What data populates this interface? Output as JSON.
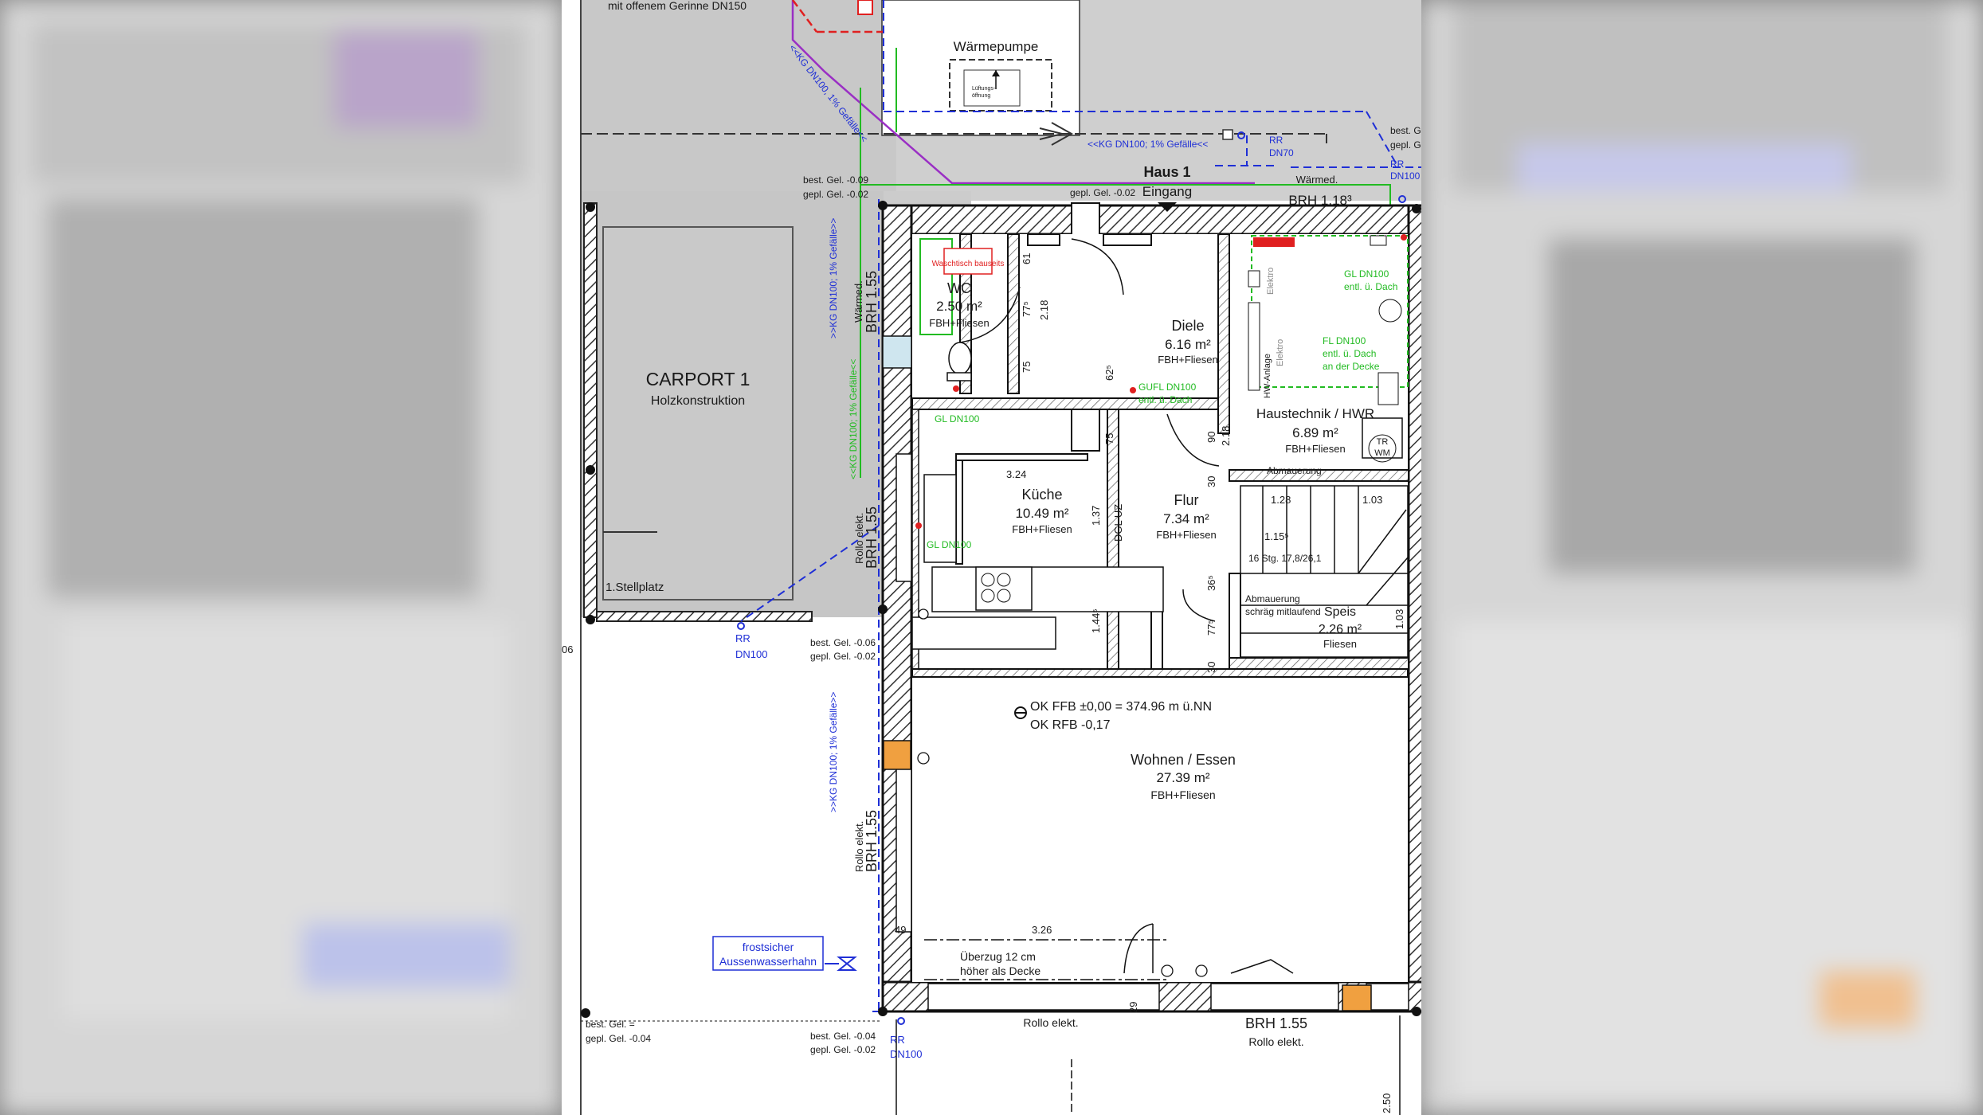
{
  "plan": {
    "top_note": "mit offenem Gerinne DN150",
    "waermepumpe": "Wärmepumpe",
    "luefter": "Lüftungs-",
    "luefter2": "öffnung",
    "house_name": "Haus 1",
    "entrance": "Eingang",
    "brh_top": "BRH 1.18³",
    "waermed_top": "Wärmed.",
    "carport_title": "CARPORT 1",
    "carport_sub": "Holzkonstruktion",
    "stellplatz": "1.Stellplatz",
    "rooms": {
      "wc": {
        "name": "WC",
        "area": "2.50 m²",
        "finish": "FBH+Fliesen"
      },
      "diele": {
        "name": "Diele",
        "area": "6.16 m²",
        "finish": "FBH+Fliesen"
      },
      "haustechnik": {
        "name": "Haustechnik / HWR",
        "area": "6.89 m²",
        "finish": "FBH+Fliesen"
      },
      "kueche": {
        "name": "Küche",
        "area": "10.49 m²",
        "finish": "FBH+Fliesen"
      },
      "flur": {
        "name": "Flur",
        "area": "7.34 m²",
        "finish": "FBH+Fliesen"
      },
      "speis": {
        "name": "Speis",
        "area": "2.26 m²",
        "finish": "Fliesen"
      },
      "wohnen": {
        "name": "Wohnen / Essen",
        "area": "27.39 m²",
        "finish": "FBH+Fliesen"
      }
    },
    "level_ffb": "OK FFB ±0,00 = 374.96 m ü.NN",
    "level_rfb": "OK RFB -0,17",
    "unterzug1": "Überzug 12 cm",
    "unterzug2": "höher als Decke",
    "frost1": "frostsicher",
    "frost2": "Aussenwasserhahn",
    "waschtisch": "Waschtisch bauseits",
    "brh_left_1": "BRH 1.55",
    "brh_left_2": "BRH 1.55",
    "brh_left_3": "BRH 1.55",
    "brh_bottom": "BRH 1.55",
    "rollo_elekt": "Rollo elekt.",
    "rollo_left1": "Rollo elekt.",
    "rollo_left2": "Rollo elekt.",
    "rollo_bottom2": "Rollo elekt.",
    "waermed_left": "Wärmed.",
    "kg_top": "<<KG DN100; 1% Gefälle<<",
    "kg_diag": "<<KG DN100, 1% Gefälle<<",
    "kg_vert1": ">>KG DN100; 1% Gefälle>>",
    "kg_vert2": ">>KG DN100; 1% Gefälle>>",
    "gl_vert": "<<KG DN100; 1% Gefälle<<",
    "rr1": "RR",
    "rr1b": "DN70",
    "rr2": "RR",
    "rr2b": "DN100",
    "rr3": "RR",
    "rr3b": "DN100",
    "rr4": "RR",
    "rr4b": "DN100",
    "gel_a1": "best. Gel. -0.09",
    "gel_a2": "gepl. Gel. -0.02",
    "gel_b1": "gepl. Gel. -0.02",
    "gel_c1": "best. Gel. -0.06",
    "gel_c2": "gepl. Gel. -0.02",
    "gel_d1": "best. Gel. -0.04",
    "gel_d2": "gepl. Gel. -0.02",
    "gel_e1": "best. Gel. =",
    "gel_e2": "gepl. Gel. -0.04",
    "gel_f1": "best. G",
    "gel_f2": "gepl. G",
    "gl_dn100_a": "GL DN100",
    "gl_dn100_b": "GL DN100",
    "gl_dn100_c": "GL DN100",
    "gl_dn100_c2": "entl. ü. Dach",
    "fl_dn100": "FL DN100",
    "fl_dn100_2": "entl. ü. Dach",
    "fl_dn100_3": "an der Decke",
    "gufl": "GUFL DN100",
    "gufl2": "entl. ü. Dach",
    "elektro1": "Elektro",
    "elektro2": "Elektro",
    "hwanlage": "HW-Anlage",
    "abmauerung1": "Abmauerung",
    "abmauerung2": "Abmauerung",
    "abmauerung3": "schräg mitlaufend",
    "stair": "16 Stg. 17,8/26,1",
    "tr": "TR",
    "wm": "WM",
    "dim": {
      "d324": "3.24",
      "d326": "3.26",
      "d137": "1.37",
      "d145": "1.44⁵",
      "d90": "90",
      "d218a": "2.18",
      "d218b": "2.18",
      "d61": "61",
      "d775a": "77⁵",
      "d75a": "75",
      "d625": "62⁵",
      "d75b": "75",
      "d30a": "30",
      "d365": "36⁵",
      "d775b": "77⁵",
      "d30b": "30",
      "d128": "1.28",
      "d103a": "1.03",
      "d103b": "1.03",
      "d115": "1.15⁵",
      "d49": "49",
      "d250": "2.50",
      "d29": "29",
      "d06": "06",
      "dglu": "DGL UZ"
    }
  },
  "colors": {
    "wall": "#1a1a1a",
    "hatch": "#555555",
    "drain_blue": "#1f2fd6",
    "vent_green": "#22bb22",
    "purple_pipe": "#9a2fc4",
    "red": "#e02020",
    "orange_block": "#f0a040",
    "blur_bg": "#d6d6d6"
  }
}
